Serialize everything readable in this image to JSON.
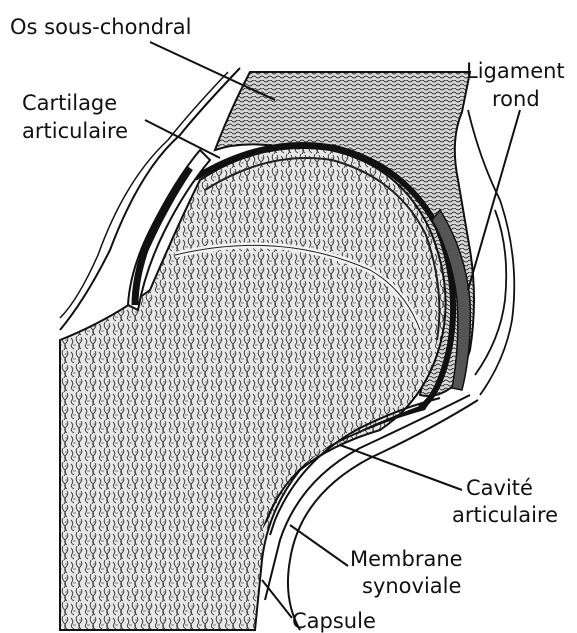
{
  "labels": {
    "os_sous_chondral": "Os sous-chondral",
    "cartilage_line1": "Cartilage",
    "cartilage_line2": "articulaire",
    "ligament_line1": "Ligament",
    "ligament_line2": "rond",
    "cavite_line1": "Cavité",
    "cavite_line2": "articulaire",
    "membrane_line1": "Membrane",
    "membrane_line2": "synoviale",
    "capsule": "Capsule"
  },
  "colors": {
    "ink": "#111111",
    "bone_fill": "#e4e4e4",
    "cartilage": "#1a1a1a",
    "ligament": "#555555",
    "background": "#ffffff"
  }
}
